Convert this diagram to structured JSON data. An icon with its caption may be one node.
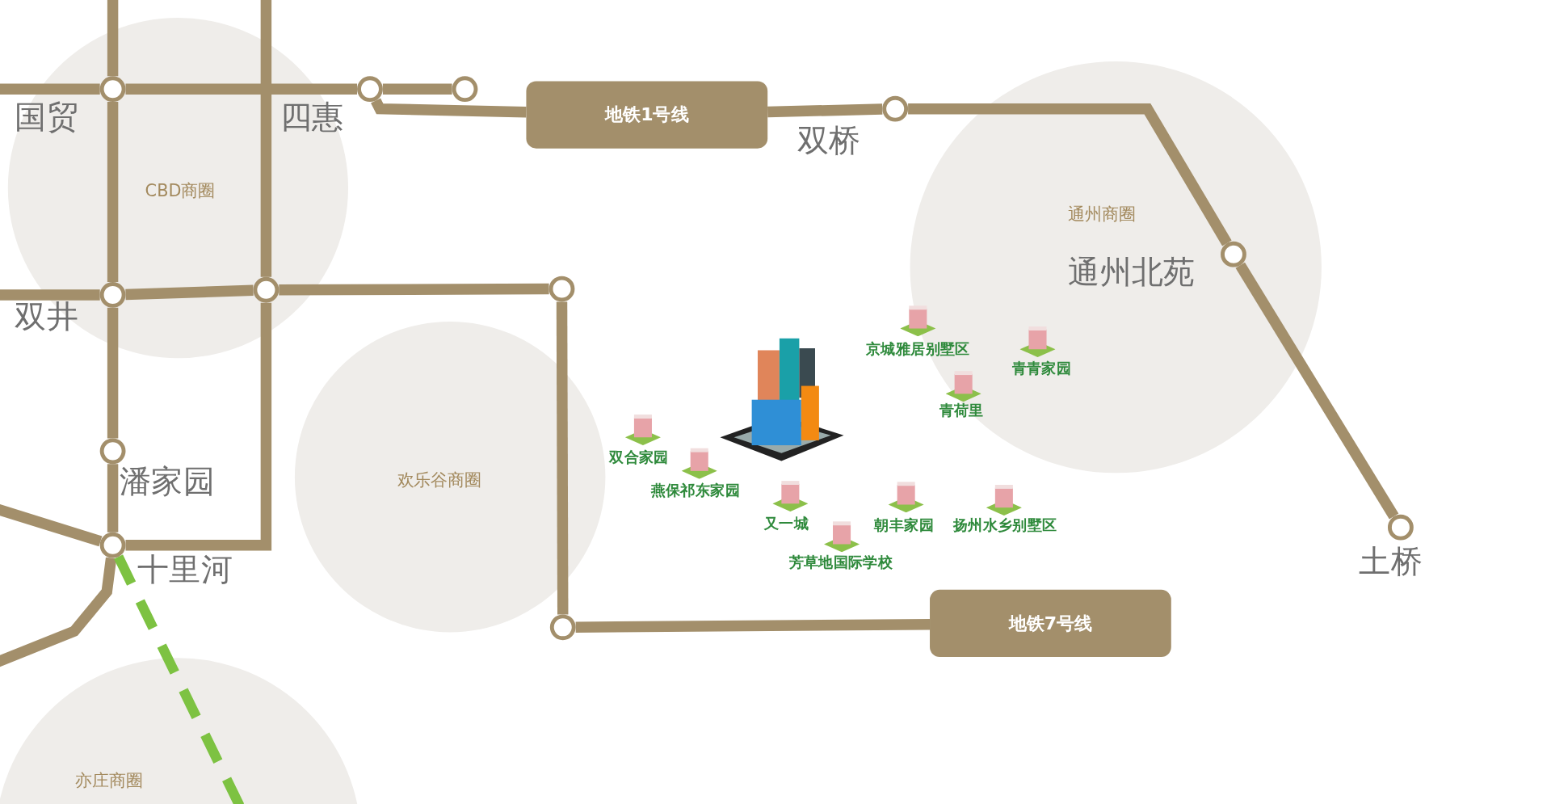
{
  "diagram": {
    "nodes": [
      {
        "text": [
          "国贸"
        ]
      },
      {
        "text": [
          "四惠"
        ]
      },
      {
        "text": [],
        "shape": "circle"
      },
      {
        "text": [
          "地铁1号线"
        ]
      },
      {
        "text": [
          "双桥"
        ]
      },
      {
        "text": [
          "通州北苑"
        ]
      },
      {
        "text": [
          "土桥"
        ]
      },
      {
        "text": [
          "双井"
        ]
      },
      {
        "text": [],
        "shape": "circle"
      },
      {
        "text": [],
        "shape": "circle"
      },
      {
        "text": [
          "潘家园"
        ]
      },
      {
        "text": [
          "十里河"
        ]
      },
      {
        "text": [],
        "shape": "circle"
      },
      {
        "text": [
          "地铁7号线"
        ]
      }
    ],
    "edges": [
      {
        "from": null,
        "to": 0,
        "arrow": "none"
      },
      {
        "from": null,
        "to": 0,
        "arrow": "none"
      },
      {
        "from": 0,
        "to": 1,
        "arrow": "none"
      },
      {
        "from": 1,
        "to": 2,
        "arrow": "none"
      },
      {
        "from": 1,
        "to": 3,
        "arrow": "none"
      },
      {
        "from": 3,
        "to": 4,
        "arrow": "none"
      },
      {
        "from": 4,
        "to": 5,
        "arrow": "none"
      },
      {
        "from": 5,
        "to": 6,
        "arrow": "none"
      },
      {
        "from": 0,
        "to": 7,
        "arrow": "none"
      },
      {
        "from": null,
        "to": 7,
        "arrow": "none"
      },
      {
        "from": 7,
        "to": 8,
        "arrow": "none"
      },
      {
        "from": 8,
        "to": 9,
        "arrow": "none"
      },
      {
        "from": null,
        "to": 8,
        "arrow": "none"
      },
      {
        "from": 8,
        "to": 11,
        "arrow": "none"
      },
      {
        "from": 7,
        "to": 10,
        "arrow": "none"
      },
      {
        "from": 10,
        "to": 11,
        "arrow": "none"
      },
      {
        "from": null,
        "to": 11,
        "arrow": "none"
      },
      {
        "from": 11,
        "to": null,
        "arrow": "none"
      },
      {
        "from": 11,
        "to": null,
        "arrow": "none",
        "style": "dashed",
        "color": "#7dc242"
      },
      {
        "from": 9,
        "to": 12,
        "arrow": "none"
      },
      {
        "from": 12,
        "to": 13,
        "arrow": "none"
      }
    ],
    "labels": [
      "CBD商圈",
      "通州商圈",
      "京城雅居别墅区",
      "青青家园",
      "青荷里",
      "欢乐谷商圈",
      "双合家园",
      "燕保祁东家园",
      "又一城",
      "朝丰家园",
      "扬州水乡别墅区",
      "芳草地国际学校",
      "亦庄商圈"
    ]
  }
}
